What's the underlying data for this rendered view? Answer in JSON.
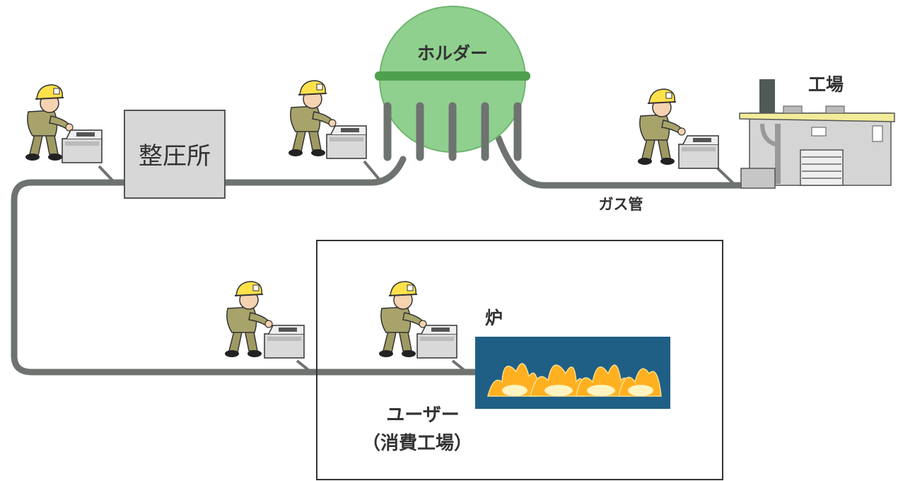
{
  "labels": {
    "holder": "ホルダー",
    "governor_station": "整圧所",
    "factory": "工場",
    "gas_pipe": "ガス管",
    "furnace": "炉",
    "user_line1": "ユーザー",
    "user_line2": "（消費工場）"
  },
  "colors": {
    "pipe": "#6e7370",
    "holder_fill": "#8fd08f",
    "holder_band": "#4ea04e",
    "station_fill": "#d7d7d7",
    "helmet": "#ffe14a",
    "uniform": "#a8a36a",
    "furnace_bg": "#1f5f86",
    "flame": "#ffb020"
  },
  "icons": [
    "worker-inspector-icon",
    "measuring-case-icon",
    "gas-holder-icon",
    "factory-building-icon",
    "furnace-fire-icon"
  ]
}
